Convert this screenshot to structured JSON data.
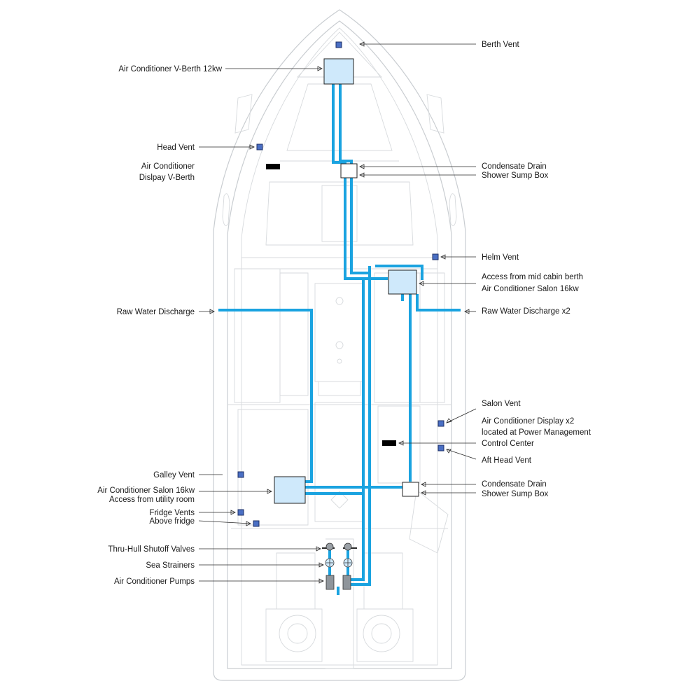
{
  "labels": {
    "berth_vent": "Berth Vent",
    "ac_vberth": "Air Conditioner V-Berth 12kw",
    "head_vent": "Head Vent",
    "ac_display_vberth_1": "Air Conditioner",
    "ac_display_vberth_2": "Dislpay V-Berth",
    "condensate_drain_fwd": "Condensate Drain",
    "shower_sump_fwd": "Shower Sump Box",
    "helm_vent": "Helm Vent",
    "access_mid_cabin": "Access from mid cabin berth",
    "ac_salon_fwd": "Air Conditioner Salon 16kw",
    "raw_water_discharge": "Raw Water Discharge",
    "raw_water_discharge_x2": "Raw Water Discharge x2",
    "salon_vent": "Salon Vent",
    "ac_display_x2_1": "Air Conditioner Display x2",
    "ac_display_x2_2": "located at Power Management",
    "ac_display_x2_3": "Control Center",
    "aft_head_vent": "Aft Head Vent",
    "galley_vent": "Galley Vent",
    "ac_salon_aft_1": "Air Conditioner Salon 16kw",
    "ac_salon_aft_2": "Access from utility room",
    "condensate_drain_aft": "Condensate Drain",
    "shower_sump_aft": "Shower Sump Box",
    "fridge_vents": "Fridge Vents",
    "above_fridge": "Above fridge",
    "thru_hull": "Thru-Hull Shutoff Valves",
    "sea_strainers": "Sea Strainers",
    "ac_pumps": "Air Conditioner Pumps"
  },
  "colors": {
    "pipe": "#1aa3e0",
    "ac_unit": "#cfe9fb",
    "vent": "#4a6fc4",
    "display": "#000000",
    "hull_line": "#c9cdd1"
  }
}
